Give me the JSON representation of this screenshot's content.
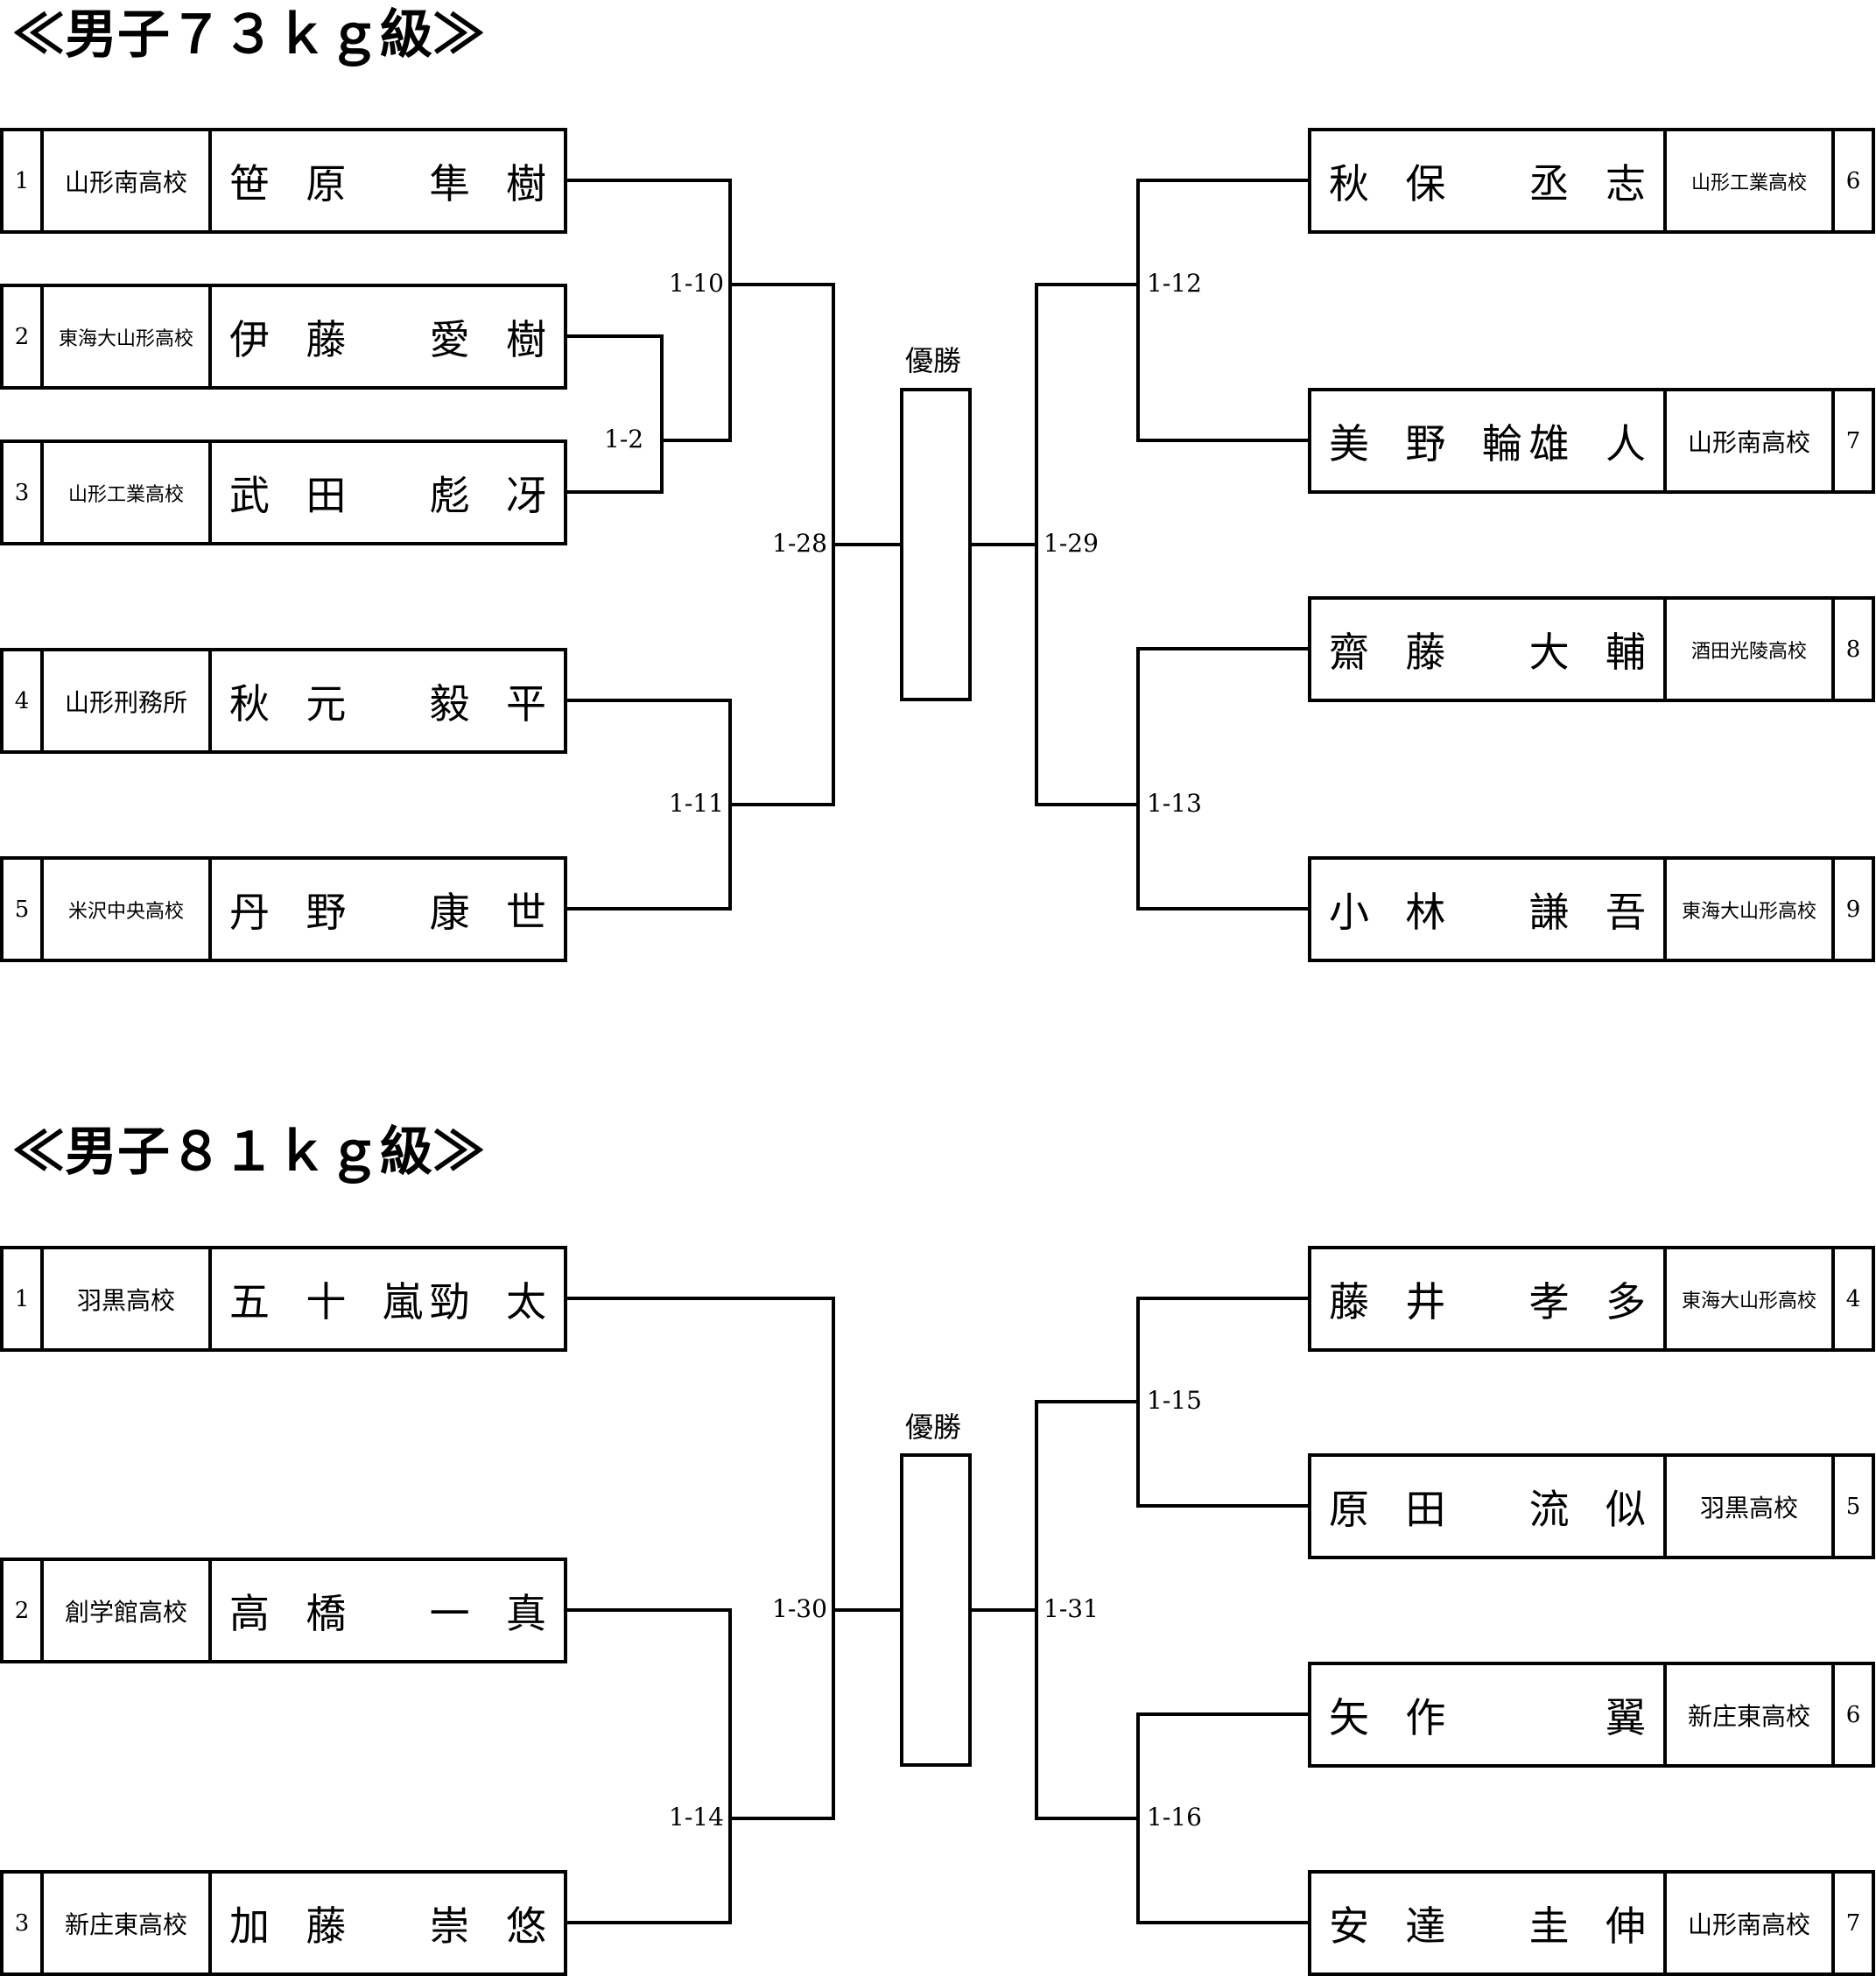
{
  "brackets": [
    {
      "title": "≪男子７３ｋｇ級≫",
      "winner_label": "優勝",
      "left": [
        {
          "seed": "1",
          "school": "山形南高校",
          "name": "笹原 隼樹"
        },
        {
          "seed": "2",
          "school": "東海大山形高校",
          "name": "伊藤 愛樹"
        },
        {
          "seed": "3",
          "school": "山形工業高校",
          "name": "武田 彪冴"
        },
        {
          "seed": "4",
          "school": "山形刑務所",
          "name": "秋元 毅平"
        },
        {
          "seed": "5",
          "school": "米沢中央高校",
          "name": "丹野 康世"
        }
      ],
      "right": [
        {
          "seed": "6",
          "school": "山形工業高校",
          "name": "秋保 丞志"
        },
        {
          "seed": "7",
          "school": "山形南高校",
          "name": "美野輪 雄人"
        },
        {
          "seed": "8",
          "school": "酒田光陵高校",
          "name": "齋藤 大輔"
        },
        {
          "seed": "9",
          "school": "東海大山形高校",
          "name": "小林 謙吾"
        }
      ],
      "matches": [
        "1-2",
        "1-10",
        "1-11",
        "1-28",
        "1-12",
        "1-13",
        "1-29"
      ]
    },
    {
      "title": "≪男子８１ｋｇ級≫",
      "winner_label": "優勝",
      "left": [
        {
          "seed": "1",
          "school": "羽黒高校",
          "name": "五十嵐 勁太"
        },
        {
          "seed": "2",
          "school": "創学館高校",
          "name": "高橋 一真"
        },
        {
          "seed": "3",
          "school": "新庄東高校",
          "name": "加藤 崇悠"
        }
      ],
      "right": [
        {
          "seed": "4",
          "school": "東海大山形高校",
          "name": "藤井 孝多"
        },
        {
          "seed": "5",
          "school": "羽黒高校",
          "name": "原田 流似"
        },
        {
          "seed": "6",
          "school": "新庄東高校",
          "name": "矢作 翼"
        },
        {
          "seed": "7",
          "school": "山形南高校",
          "name": "安達 圭伸"
        }
      ],
      "matches": [
        "1-14",
        "1-30",
        "1-15",
        "1-16",
        "1-31"
      ]
    }
  ]
}
